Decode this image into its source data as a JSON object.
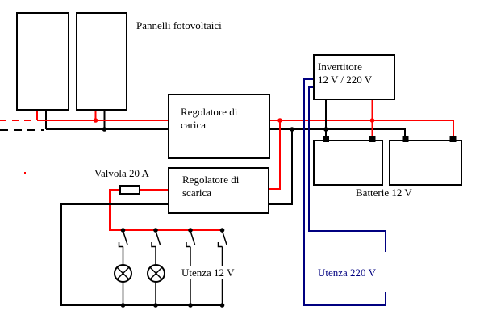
{
  "colors": {
    "red": "#ff0000",
    "black": "#000000",
    "blue": "#000080",
    "background": "#ffffff"
  },
  "labels": {
    "panels": "Pannelli fotovoltaici",
    "inverter_line1": "Invertitore",
    "inverter_line2": "12 V / 220 V",
    "charge_regulator_line1": "Regolatore di",
    "charge_regulator_line2": "carica",
    "discharge_regulator_line1": "Regolatore di",
    "discharge_regulator_line2": "scarica",
    "fuse": "Valvola 20 A",
    "batteries": "Batterie 12 V",
    "load_12v": "Utenza 12 V",
    "load_220v": "Utenza 220 V"
  },
  "components": {
    "pv_panel_count": 2,
    "battery_count": 2,
    "lamp_count": 2,
    "switch_count": 4,
    "fuse_rating": "20 A",
    "battery_voltage": "12 V",
    "inverter_conversion": "12 V / 220 V",
    "icons": {
      "lamp_icon": "circle-with-x-cross",
      "switch_icon": "open-knife-switch",
      "fuse_icon": "rectangle-on-wire",
      "battery_terminal_icon": "filled-square",
      "junction_icon": "filled-dot",
      "continuation_icon": "dashed-wire"
    }
  },
  "wire_semantics": {
    "positive_dc": "red",
    "negative_dc": "black",
    "ac_220v": "navy"
  }
}
